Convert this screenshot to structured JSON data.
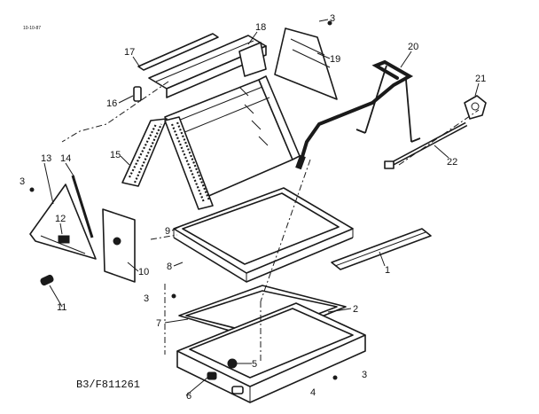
{
  "document": {
    "date_stamp": "10-10-87",
    "reference": "B3/F811261"
  },
  "callouts": {
    "c1": "1",
    "c2": "2",
    "c3a": "3",
    "c3b": "3",
    "c3c": "3",
    "c3d": "3",
    "c4": "4",
    "c5": "5",
    "c6": "6",
    "c7": "7",
    "c8": "8",
    "c9": "9",
    "c10": "10",
    "c11": "11",
    "c12": "12",
    "c13": "13",
    "c14": "14",
    "c15": "15",
    "c16": "16",
    "c17": "17",
    "c18": "18",
    "c19": "19",
    "c20": "20",
    "c21": "21",
    "c22": "22"
  }
}
